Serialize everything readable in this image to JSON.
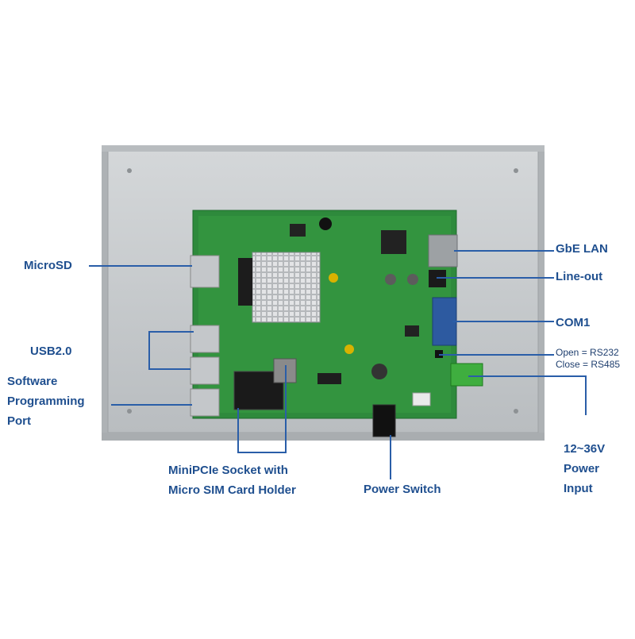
{
  "labels": {
    "microsd": "MicroSD",
    "usb": "USB2.0",
    "software_port": [
      "Software",
      "Programming",
      "Port"
    ],
    "minipcie": [
      "MiniPCIe Socket with",
      "Micro SIM Card Holder"
    ],
    "power_switch": "Power Switch",
    "gbe_lan": "GbE LAN",
    "line_out": "Line-out",
    "com1": "COM1",
    "jumper_open": "Open = RS232",
    "jumper_close": "Close = RS485",
    "power_input": [
      "12~36V",
      "Power",
      "Input"
    ]
  },
  "colors": {
    "callout_line": "#2a5ea8",
    "label_text": "#1f4f8f",
    "chassis": "#c9ccce",
    "pcb": "#2e8a3c"
  }
}
